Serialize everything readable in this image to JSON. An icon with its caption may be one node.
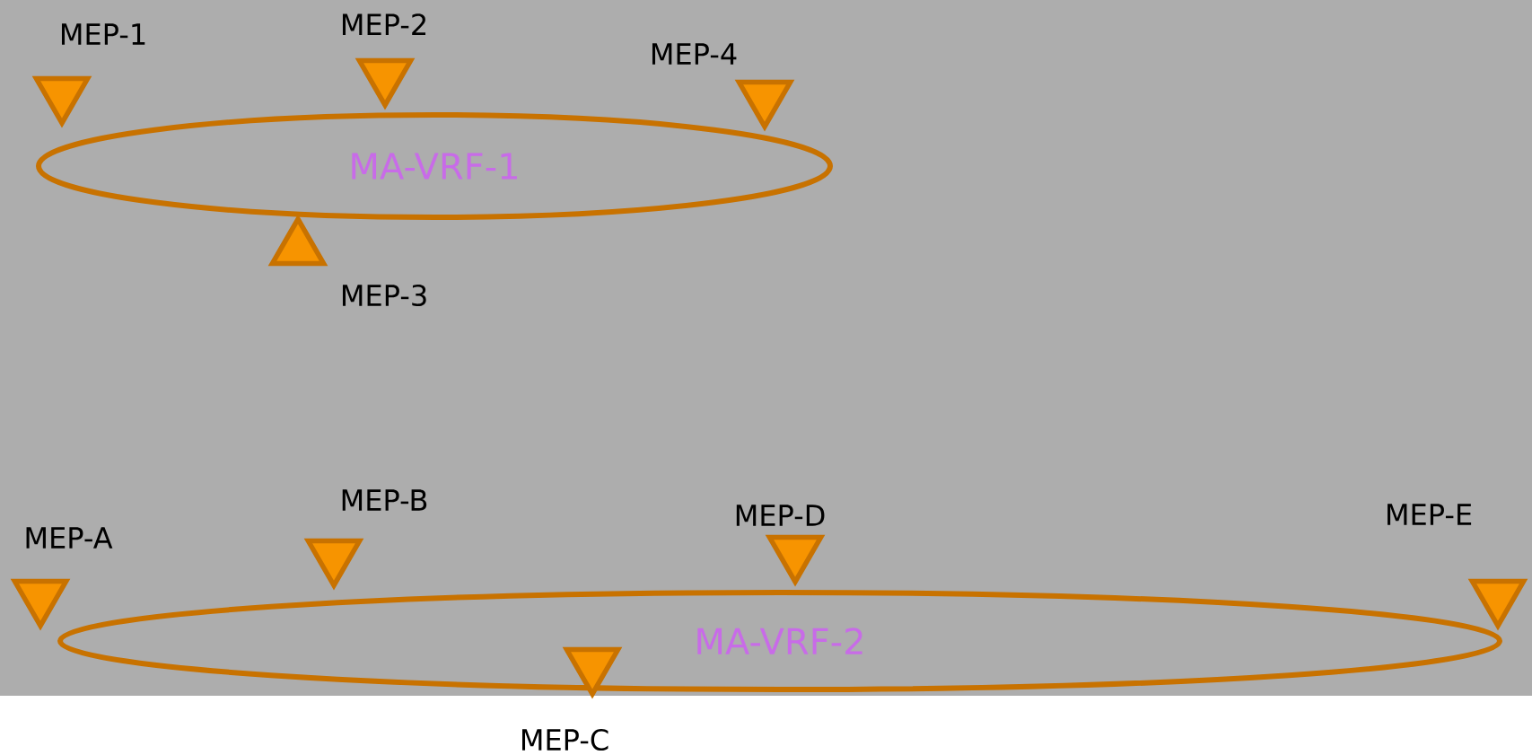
{
  "diagram": {
    "nodes": [
      {
        "text": [
          "MA-VRF-1"
        ]
      },
      {
        "text": [
          "MEP-1"
        ]
      },
      {
        "text": [
          "MEP-2"
        ]
      },
      {
        "text": [
          "MEP-4"
        ]
      },
      {
        "text": [
          "MEP-3"
        ]
      },
      {
        "text": [
          "MA-VRF-2"
        ]
      },
      {
        "text": [
          "MEP-A"
        ]
      },
      {
        "text": [
          "MEP-B"
        ]
      },
      {
        "text": [
          "MEP-D"
        ]
      },
      {
        "text": [
          "MEP-E"
        ]
      },
      {
        "text": [
          "MEP-C"
        ]
      }
    ]
  }
}
